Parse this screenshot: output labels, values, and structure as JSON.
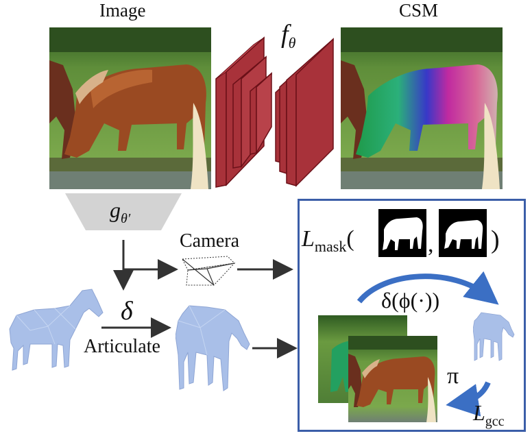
{
  "labels": {
    "image": "Image",
    "csm": "CSM",
    "f_theta": "f",
    "f_theta_sub": "θ",
    "g_theta": "g",
    "g_theta_sub": "θ′",
    "camera": "Camera",
    "delta": "δ",
    "articulate": "Articulate",
    "l_mask": "L",
    "l_mask_sub": "mask",
    "open_paren": "(",
    "comma": ",",
    "close_paren": ")",
    "delta_phi": "δ(ϕ(·))",
    "pi": "π",
    "l_gcc": "L",
    "l_gcc_sub": "gcc"
  },
  "colors": {
    "network_red": "#a8323a",
    "network_edge": "#6b1018",
    "arrow_blue": "#3b6fc4",
    "box_border": "#3b5ea8",
    "mesh_blue": "#a9bfe8",
    "trapezoid_gray": "#d3d3d3"
  }
}
